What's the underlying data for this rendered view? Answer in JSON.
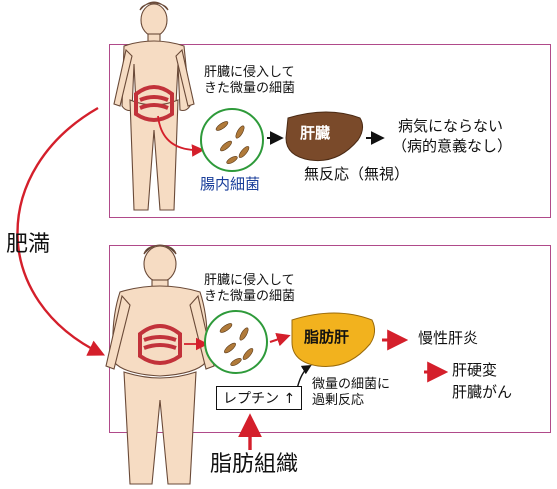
{
  "side_label": "肥満",
  "top_panel": {
    "bacteria_note_line1": "肝臓に侵入して",
    "bacteria_note_line2": "きた微量の細菌",
    "organ_label": "肝臓",
    "gut_label": "腸内細菌",
    "no_reaction": "無反応（無視）",
    "outcome_line1": "病気にならない",
    "outcome_line2": "（病的意義なし）"
  },
  "bottom_panel": {
    "bacteria_note_line1": "肝臓に侵入して",
    "bacteria_note_line2": "きた微量の細菌",
    "organ_label": "脂肪肝",
    "leptin_label": "レプチン",
    "leptin_arrow": "↑",
    "reaction_line1": "微量の細菌に",
    "reaction_line2": "過剰反応",
    "outcome1": "慢性肝炎",
    "outcome2_line1": "肝硬変",
    "outcome2_line2": "肝臓がん"
  },
  "adipose_label": "脂肪組織",
  "colors": {
    "panel_border": "#b04a8a",
    "arrow_red": "#d41f2b",
    "liver_brown": "#7a4a2a",
    "fatty_liver": "#f2b21e",
    "circle_green": "#2e9a3a",
    "gut_text": "#1a3e9a"
  }
}
